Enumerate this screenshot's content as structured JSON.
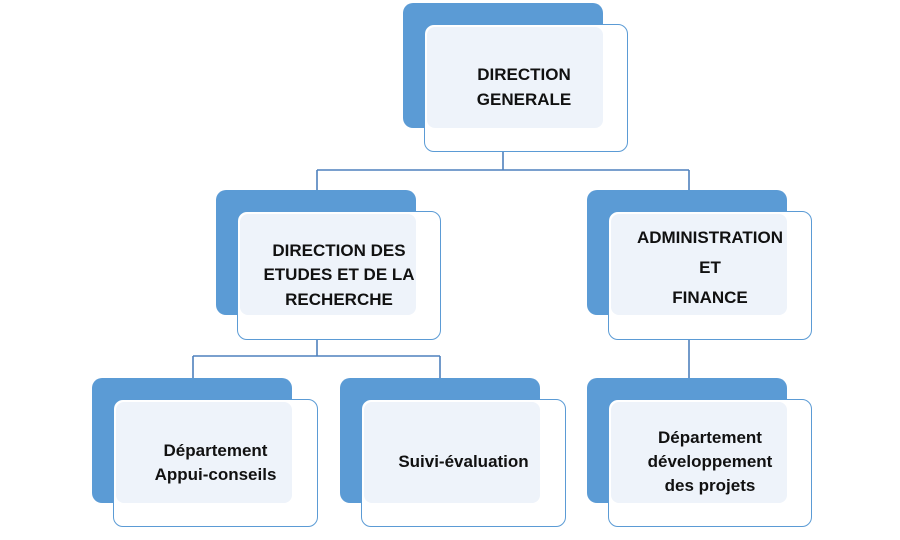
{
  "chart": {
    "colors": {
      "accent": "#5b9bd5",
      "line": "#4f81bd",
      "card_fill": "#eef3fa"
    },
    "nodes": {
      "root": {
        "lines": [
          "DIRECTION",
          "GENERALE"
        ]
      },
      "etudes": {
        "lines": [
          "DIRECTION  DES",
          "ETUDES ET DE LA",
          "RECHERCHE"
        ]
      },
      "admin": {
        "lines": [
          "ADMINISTRATION",
          "ET",
          "FINANCE"
        ]
      },
      "appui": {
        "lines": [
          "Département",
          "Appui-conseils"
        ]
      },
      "suivi": {
        "lines": [
          "Suivi-évaluation"
        ]
      },
      "projets": {
        "lines": [
          "Département",
          "développement",
          "des projets"
        ]
      }
    }
  }
}
